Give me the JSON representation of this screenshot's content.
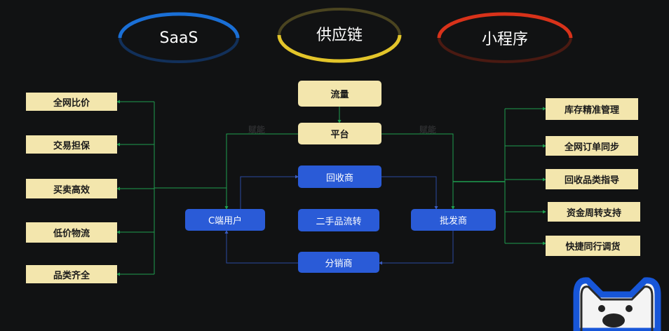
{
  "pillars": [
    {
      "label": "SaaS",
      "color": "#1a6fd6"
    },
    {
      "label": "供应链",
      "color": "#e3c52a"
    },
    {
      "label": "小程序",
      "color": "#d8321a"
    }
  ],
  "left_benefits": [
    "全网比价",
    "交易担保",
    "买卖高效",
    "低价物流",
    "品类齐全"
  ],
  "right_benefits": [
    "库存精准管理",
    "全网订单同步",
    "回收品类指导",
    "资金周转支持",
    "快捷同行调货"
  ],
  "center": {
    "traffic": "流量",
    "platform": "平台",
    "recycler": "回收商",
    "circulation": "二手品流转",
    "distributor": "分销商",
    "consumer": "C端用户",
    "wholesaler": "批发商"
  },
  "empower_label": "赋能",
  "colors": {
    "green": "#1f9e4f",
    "blue": "#2a4aa0",
    "yellow": "#f3e6ad",
    "box_blue": "#2a5bd7"
  }
}
